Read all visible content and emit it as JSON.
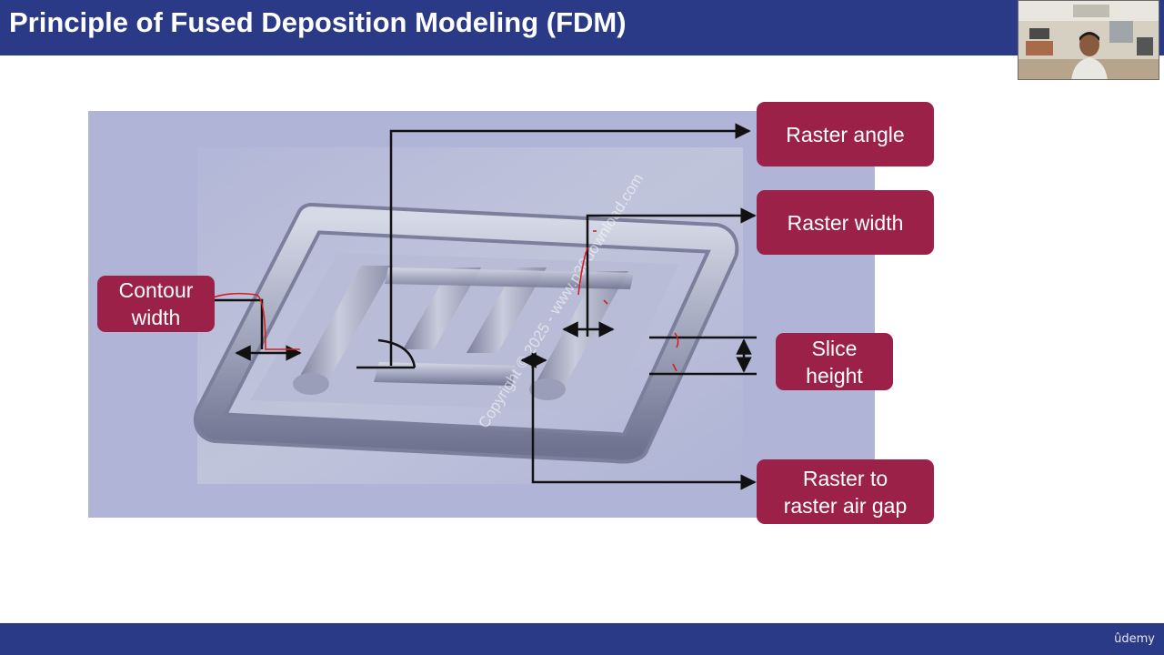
{
  "slide": {
    "title": "Principle of Fused Deposition Modeling (FDM)"
  },
  "labels": {
    "raster_angle": "Raster angle",
    "raster_width": "Raster width",
    "contour_width": "Contour\nwidth",
    "slice_height": "Slice\nheight",
    "air_gap": "Raster to\nraster air gap"
  },
  "watermark": "Copyright © 2025 - www.p30download.com",
  "footer": {
    "brand": "ûdemy"
  },
  "colors": {
    "header_bar": "#2b3a86",
    "label_fill": "#9b2149",
    "diagram_background": "#b0b4d6",
    "annotation_red": "#d42020"
  },
  "webcam": {
    "icon": "presenter-video-feed"
  }
}
